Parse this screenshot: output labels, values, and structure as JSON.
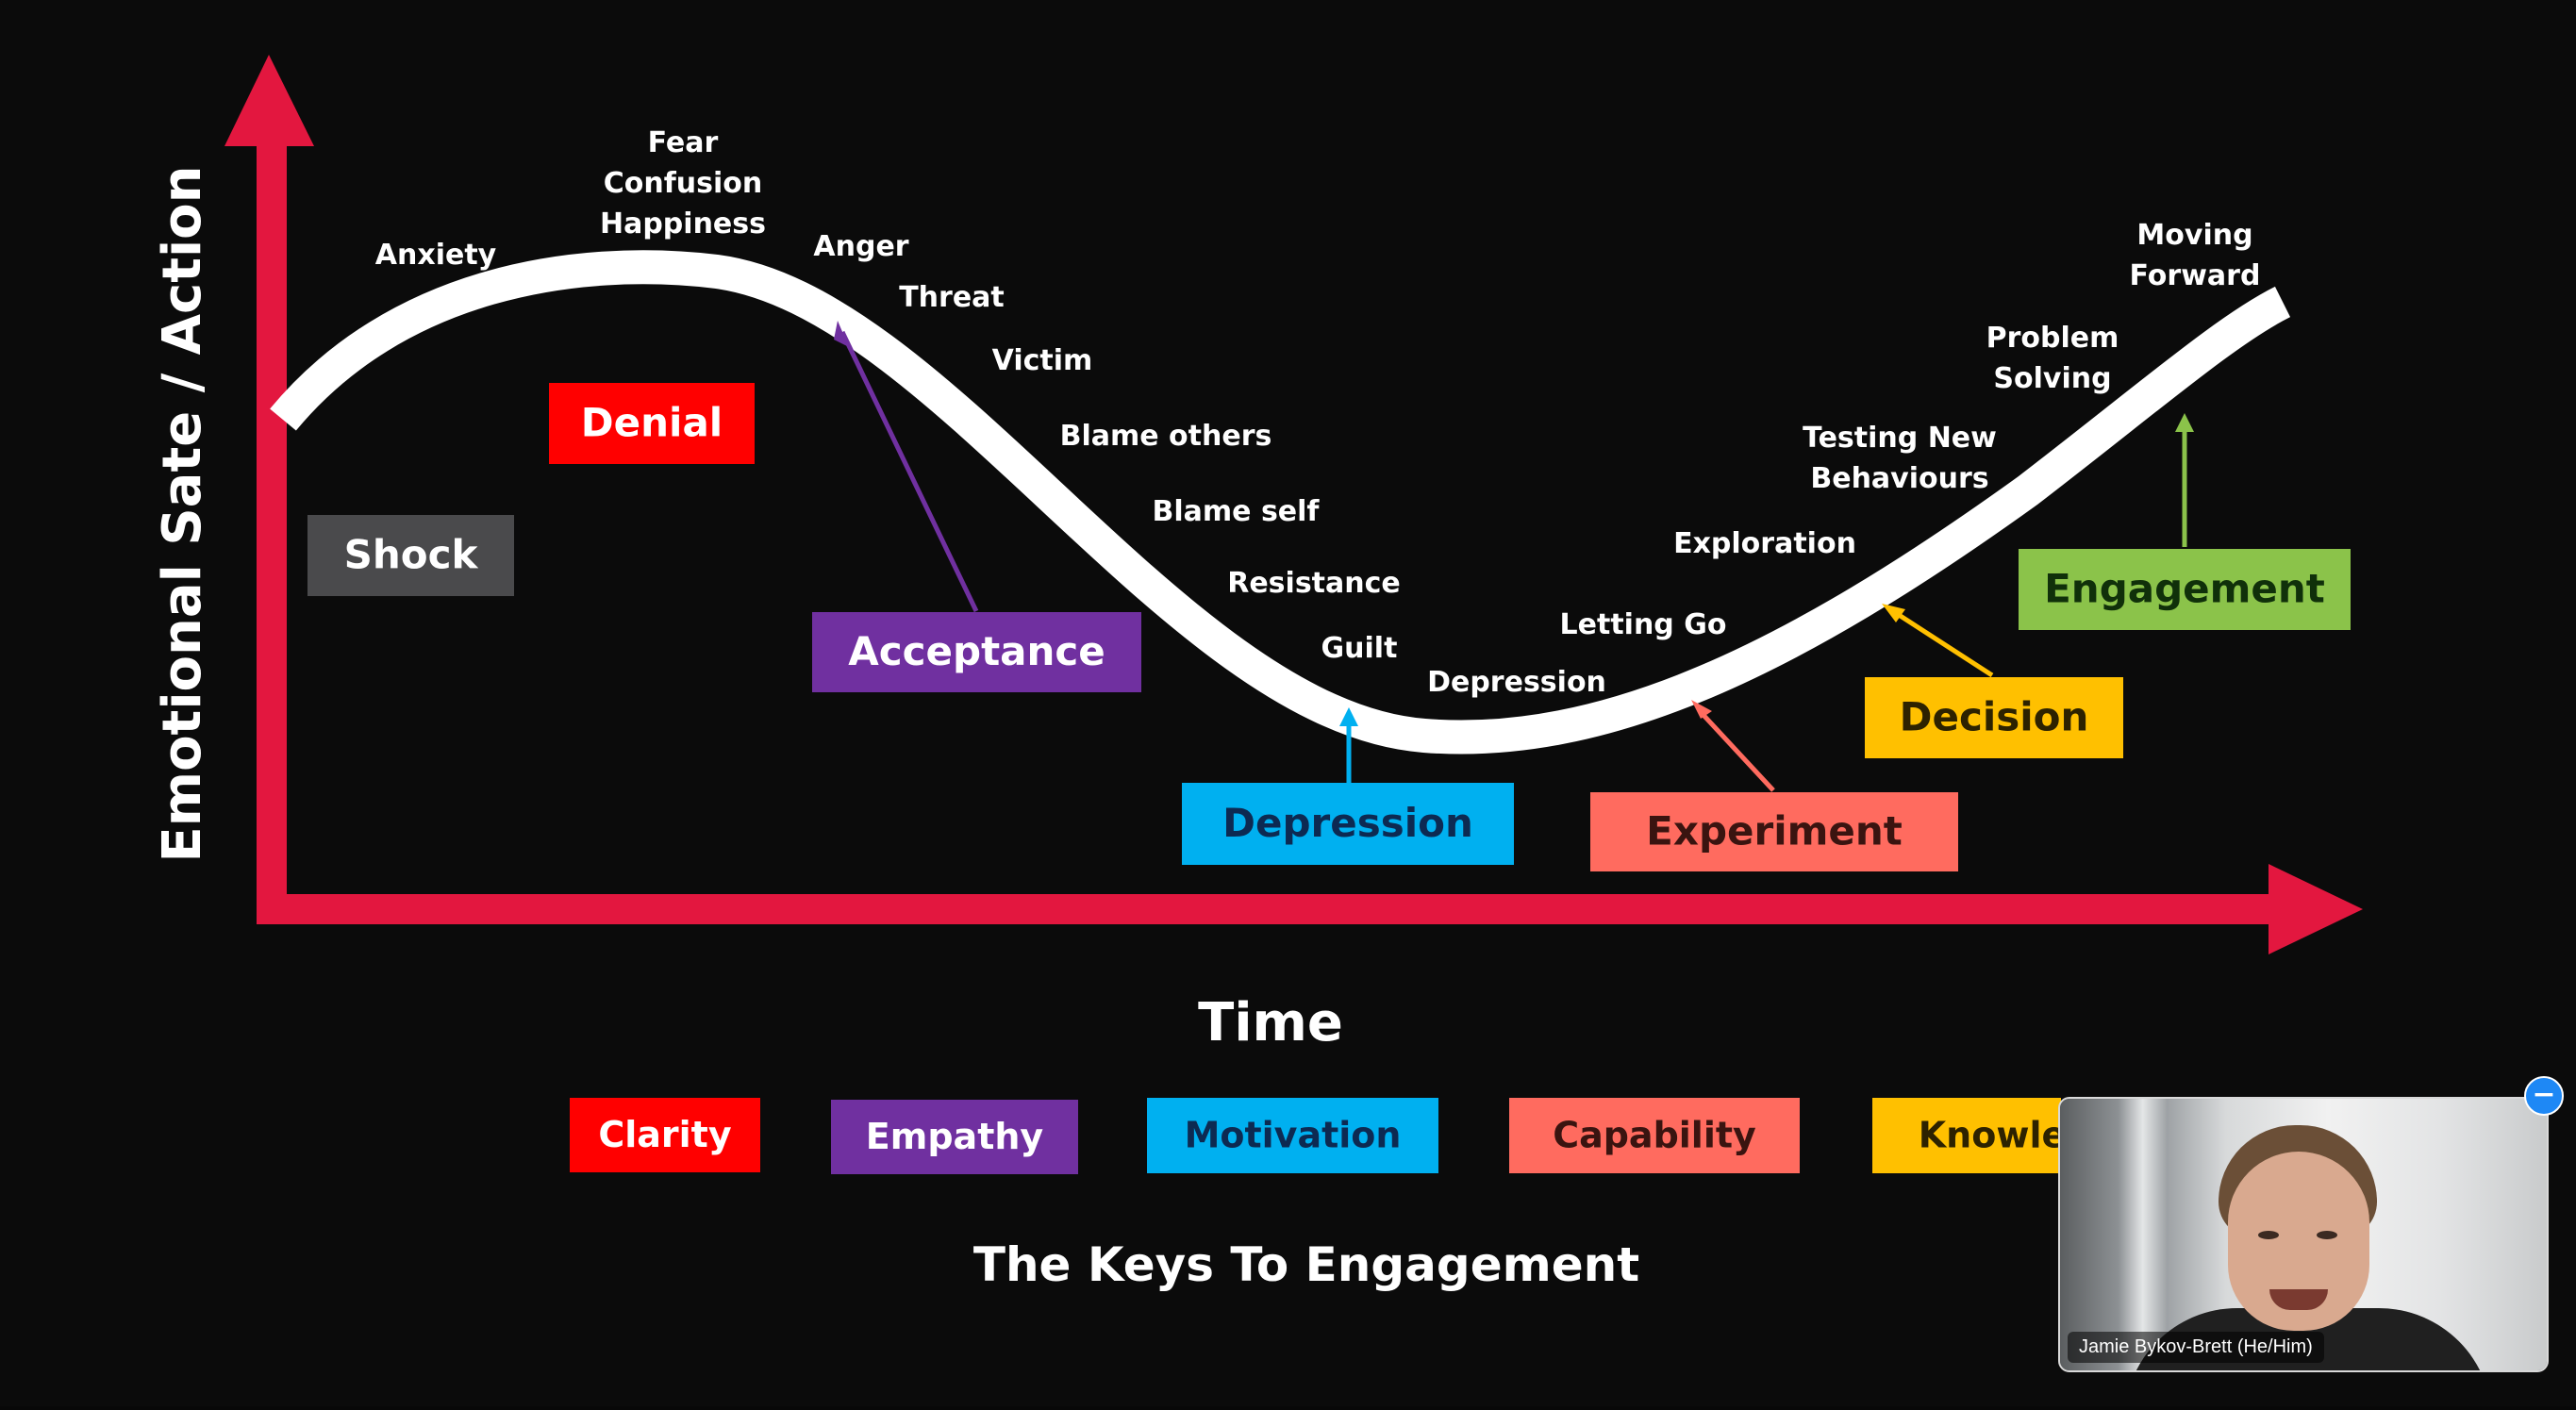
{
  "slide": {
    "y_axis_label": "Emotional Sate / Action",
    "x_axis_label": "Time",
    "footer_title": "The Keys To Engagement",
    "colors": {
      "background": "#0b0b0b",
      "axis": "#e3173f",
      "curve": "#ffffff",
      "text": "#ffffff"
    },
    "emotions": [
      {
        "lines": [
          "Anxiety"
        ]
      },
      {
        "lines": [
          "Fear",
          "Confusion",
          "Happiness"
        ]
      },
      {
        "lines": [
          "Anger"
        ]
      },
      {
        "lines": [
          "Threat"
        ]
      },
      {
        "lines": [
          "Victim"
        ]
      },
      {
        "lines": [
          "Blame others"
        ]
      },
      {
        "lines": [
          "Blame self"
        ]
      },
      {
        "lines": [
          "Resistance"
        ]
      },
      {
        "lines": [
          "Guilt"
        ]
      },
      {
        "lines": [
          "Depression"
        ]
      },
      {
        "lines": [
          "Letting Go"
        ]
      },
      {
        "lines": [
          "Exploration"
        ]
      },
      {
        "lines": [
          "Testing New",
          "Behaviours"
        ]
      },
      {
        "lines": [
          "Problem",
          "Solving"
        ]
      },
      {
        "lines": [
          "Moving",
          "Forward"
        ]
      }
    ],
    "stages": [
      {
        "label": "Shock",
        "color": "#4a4a4c",
        "text_color": "#ffffff"
      },
      {
        "label": "Denial",
        "color": "#ff0000",
        "text_color": "#ffffff"
      },
      {
        "label": "Acceptance",
        "color": "#7030a0",
        "text_color": "#ffffff"
      },
      {
        "label": "Depression",
        "color": "#00b0f0",
        "text_color": "#0d2a52"
      },
      {
        "label": "Experiment",
        "color": "#ff6b5f",
        "text_color": "#3a1410"
      },
      {
        "label": "Decision",
        "color": "#ffc000",
        "text_color": "#2d2200"
      },
      {
        "label": "Engagement",
        "color": "#8bc34a",
        "text_color": "#10300a"
      }
    ],
    "keys": [
      {
        "label": "Clarity",
        "color": "#ff0000",
        "text_color": "#ffffff"
      },
      {
        "label": "Empathy",
        "color": "#7030a0",
        "text_color": "#ffffff"
      },
      {
        "label": "Motivation",
        "color": "#00b0f0",
        "text_color": "#0d2a52"
      },
      {
        "label": "Capability",
        "color": "#ff6b5f",
        "text_color": "#3a1410"
      },
      {
        "label": "Knowle",
        "color": "#ffc000",
        "text_color": "#2d2200"
      }
    ]
  },
  "video_tile": {
    "participant_name": "Jamie Bykov-Brett (He/Him)",
    "minimize_icon": "minus-icon",
    "minimize_color": "#1e88f5"
  }
}
